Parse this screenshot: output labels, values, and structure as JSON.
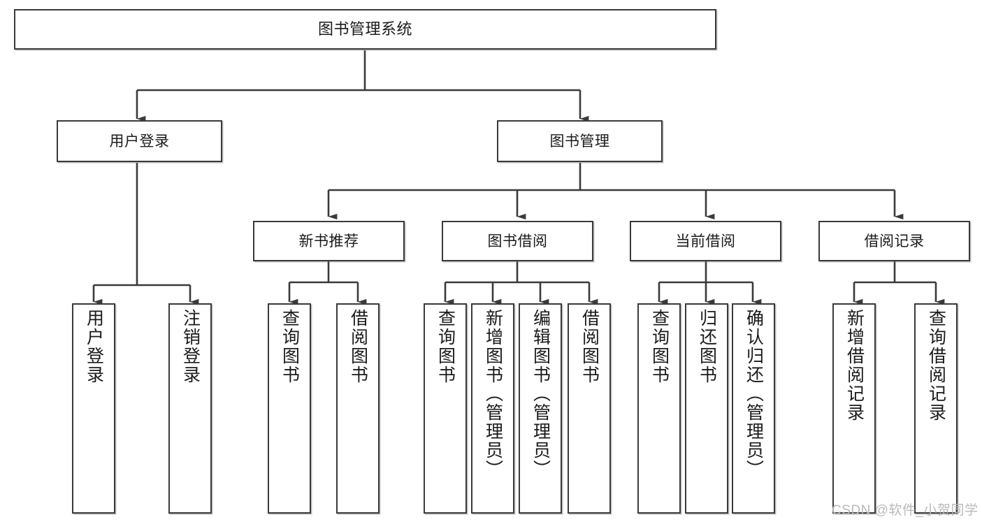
{
  "diagram": {
    "title": "图书管理系统",
    "watermark": "CSDN @软件_小贺同学",
    "stroke_color": "#3a3a3a",
    "background_color": "#ffffff",
    "text_color": "#1a1a1a",
    "watermark_color": "#b9b9b9",
    "levels": {
      "root": {
        "label": "图书管理系统"
      },
      "level1": [
        {
          "label": "用户登录"
        },
        {
          "label": "图书管理"
        }
      ],
      "level2": [
        {
          "label": "新书推荐"
        },
        {
          "label": "图书借阅"
        },
        {
          "label": "当前借阅"
        },
        {
          "label": "借阅记录"
        }
      ],
      "leaves": {
        "user_login": [
          {
            "label": "用户登录"
          },
          {
            "label": "注销登录"
          }
        ],
        "new_book_recommend": [
          {
            "label": "查询图书"
          },
          {
            "label": "借阅图书"
          }
        ],
        "book_borrow": [
          {
            "label": "查询图书"
          },
          {
            "label": "新增图书（管理员）"
          },
          {
            "label": "编辑图书（管理员）"
          },
          {
            "label": "借阅图书"
          }
        ],
        "current_borrow": [
          {
            "label": "查询图书"
          },
          {
            "label": "归还图书"
          },
          {
            "label": "确认归还（管理员）"
          }
        ],
        "borrow_record": [
          {
            "label": "新增借阅记录"
          },
          {
            "label": "查询借阅记录"
          }
        ]
      }
    }
  }
}
